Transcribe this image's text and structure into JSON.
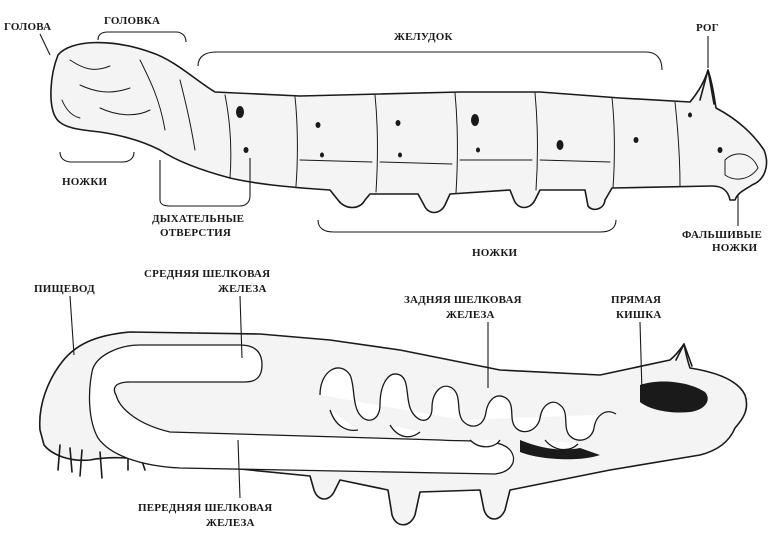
{
  "top_figure": {
    "labels": {
      "head": "ГОЛОВА",
      "head_small": "ГОЛОВКА",
      "stomach": "ЖЕЛУДОК",
      "horn": "РОГ",
      "legs_front": "НОЖКИ",
      "spiracles_line1": "ДЫХАТЕЛЬНЫЕ",
      "spiracles_line2": "ОТВЕРСТИЯ",
      "legs_rear": "НОЖКИ",
      "prolegs_line1": "ФАЛЬШИВЫЕ",
      "prolegs_line2": "НОЖКИ"
    }
  },
  "bottom_figure": {
    "labels": {
      "esophagus": "ПИЩЕВОД",
      "middle_gland_line1": "СРЕДНЯЯ ШЕЛКОВАЯ",
      "middle_gland_line2": "ЖЕЛЕЗА",
      "rear_gland_line1": "ЗАДНЯЯ ШЕЛКОВАЯ",
      "rear_gland_line2": "ЖЕЛЕЗА",
      "rectum_line1": "ПРЯМАЯ",
      "rectum_line2": "КИШКА",
      "front_gland_line1": "ПЕРЕДНЯЯ ШЕЛКОВАЯ",
      "front_gland_line2": "ЖЕЛЕЗА"
    }
  }
}
